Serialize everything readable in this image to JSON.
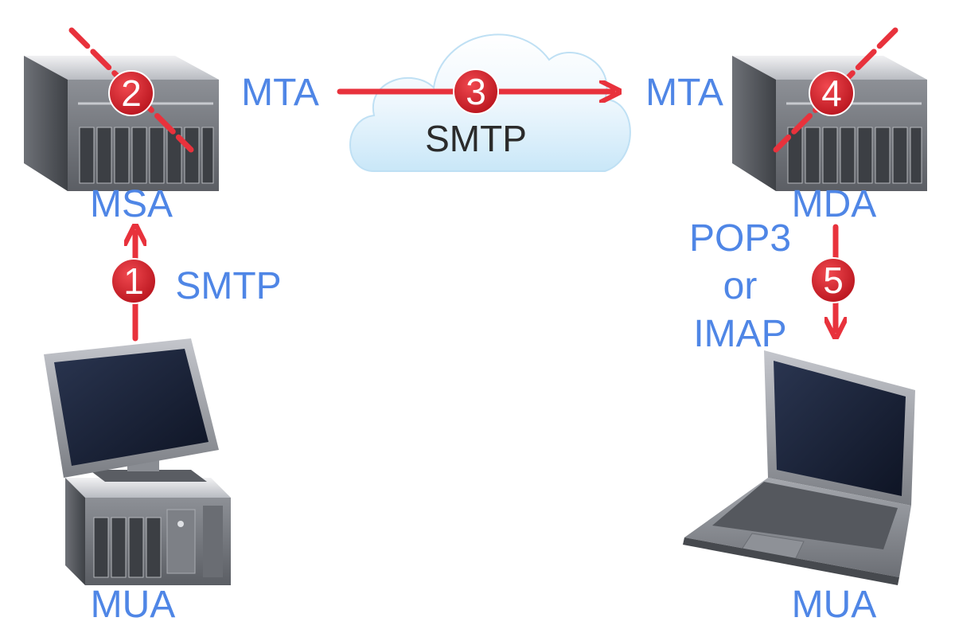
{
  "labels": {
    "msa": "MSA",
    "mta_left": "MTA",
    "mta_right": "MTA",
    "mda": "MDA",
    "mua_left": "MUA",
    "mua_right": "MUA",
    "smtp_submission": "SMTP",
    "smtp_relay": "SMTP",
    "pop3": "POP3",
    "or": "or",
    "imap": "IMAP"
  },
  "steps": [
    "1",
    "2",
    "3",
    "4",
    "5"
  ],
  "colors": {
    "label_blue": "#4f86e6",
    "arrow_red": "#e8323c",
    "badge_red": "#d9252f",
    "cloud": "#d6eefb"
  },
  "icons": {
    "server": "server-icon",
    "desktop": "desktop-computer-icon",
    "laptop": "laptop-icon",
    "cloud": "cloud-icon"
  }
}
